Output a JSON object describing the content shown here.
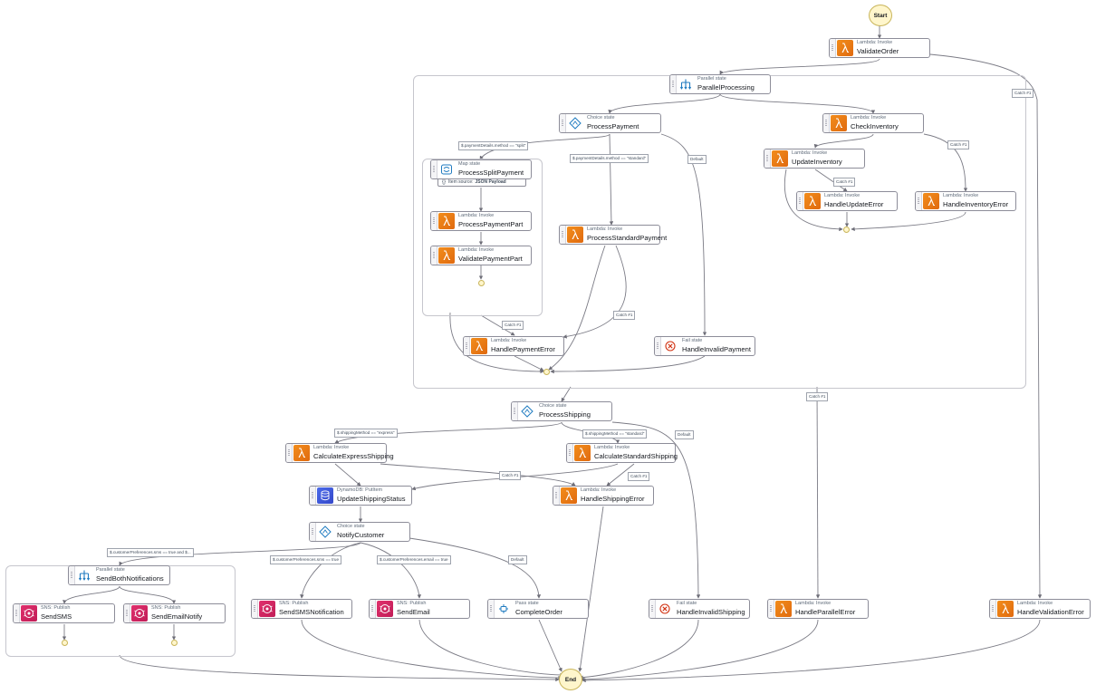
{
  "terminals": {
    "start": "Start",
    "end": "End"
  },
  "states": {
    "ValidateOrder": {
      "type": "Lambda: Invoke",
      "name": "ValidateOrder",
      "icon": "lambda-icon"
    },
    "ParallelProcessing": {
      "type": "Parallel state",
      "name": "ParallelProcessing",
      "icon": "parallel-icon"
    },
    "ProcessPayment": {
      "type": "Choice state",
      "name": "ProcessPayment",
      "icon": "choice-icon"
    },
    "CheckInventory": {
      "type": "Lambda: Invoke",
      "name": "CheckInventory",
      "icon": "lambda-icon"
    },
    "ProcessSplitPayment": {
      "type": "Map state",
      "name": "ProcessSplitPayment",
      "icon": "map-icon"
    },
    "UpdateInventory": {
      "type": "Lambda: Invoke",
      "name": "UpdateInventory",
      "icon": "lambda-icon"
    },
    "HandleUpdateError": {
      "type": "Lambda: Invoke",
      "name": "HandleUpdateError",
      "icon": "lambda-icon"
    },
    "HandleInventoryError": {
      "type": "Lambda: Invoke",
      "name": "HandleInventoryError",
      "icon": "lambda-icon"
    },
    "ProcessPaymentPart": {
      "type": "Lambda: Invoke",
      "name": "ProcessPaymentPart",
      "icon": "lambda-icon"
    },
    "ValidatePaymentPart": {
      "type": "Lambda: Invoke",
      "name": "ValidatePaymentPart",
      "icon": "lambda-icon"
    },
    "ProcessStandardPayment": {
      "type": "Lambda: Invoke",
      "name": "ProcessStandardPayment",
      "icon": "lambda-icon"
    },
    "HandlePaymentError": {
      "type": "Lambda: Invoke",
      "name": "HandlePaymentError",
      "icon": "lambda-icon"
    },
    "HandleInvalidPayment": {
      "type": "Fail state",
      "name": "HandleInvalidPayment",
      "icon": "fail-icon"
    },
    "ProcessShipping": {
      "type": "Choice state",
      "name": "ProcessShipping",
      "icon": "choice-icon"
    },
    "CalculateExpressShipping": {
      "type": "Lambda: Invoke",
      "name": "CalculateExpressShipping",
      "icon": "lambda-icon"
    },
    "CalculateStandardShipping": {
      "type": "Lambda: Invoke",
      "name": "CalculateStandardShipping",
      "icon": "lambda-icon"
    },
    "UpdateShippingStatus": {
      "type": "DynamoDB: PutItem",
      "name": "UpdateShippingStatus",
      "icon": "dynamodb-icon"
    },
    "HandleShippingError": {
      "type": "Lambda: Invoke",
      "name": "HandleShippingError",
      "icon": "lambda-icon"
    },
    "NotifyCustomer": {
      "type": "Choice state",
      "name": "NotifyCustomer",
      "icon": "choice-icon"
    },
    "SendBothNotifications": {
      "type": "Parallel state",
      "name": "SendBothNotifications",
      "icon": "parallel-icon"
    },
    "SendSMS": {
      "type": "SNS: Publish",
      "name": "SendSMS",
      "icon": "sns-icon"
    },
    "SendEmailNotify": {
      "type": "SNS: Publish",
      "name": "SendEmailNotify",
      "icon": "sns-icon"
    },
    "SendSMSNotification": {
      "type": "SNS: Publish",
      "name": "SendSMSNotification",
      "icon": "sns-icon"
    },
    "SendEmail": {
      "type": "SNS: Publish",
      "name": "SendEmail",
      "icon": "sns-icon"
    },
    "CompleteOrder": {
      "type": "Pass state",
      "name": "CompleteOrder",
      "icon": "pass-icon"
    },
    "HandleInvalidShipping": {
      "type": "Fail state",
      "name": "HandleInvalidShipping",
      "icon": "fail-icon"
    },
    "HandleParallelError": {
      "type": "Lambda: Invoke",
      "name": "HandleParallelError",
      "icon": "lambda-icon"
    },
    "HandleValidationError": {
      "type": "Lambda: Invoke",
      "name": "HandleValidationError",
      "icon": "lambda-icon"
    }
  },
  "map_item_source": {
    "prefix": "Item source:",
    "value": "JSON Payload"
  },
  "edge_labels": {
    "split": "$.paymentDetails.method == \"split\"",
    "standard_payment": "$.paymentDetails.method == \"standard\"",
    "payment_default": "Default",
    "catch_validation": "Catch #1",
    "catch_inventory": "Catch #1",
    "catch_update": "Catch #1",
    "catch_split": "Catch #1",
    "catch_standard": "Catch #1",
    "catch_parallel": "Catch #1",
    "express": "$.shippingMethod == \"express\"",
    "standard_shipping": "$.shippingMethod == \"standard\"",
    "shipping_default": "Default",
    "catch_express": "Catch #1",
    "catch_std_shipping": "Catch #1",
    "both": "$.customerPreferences.sms == true and $...",
    "sms": "$.customerPreferences.sms == true",
    "email": "$.customerPreferences.email == true",
    "notify_default": "Default"
  },
  "colors": {
    "lambda": "#ed7211",
    "sns": "#d6245f",
    "dynamodb": "#3f54d9",
    "edge": "#6e6e78",
    "terminal": "#fff6cc"
  }
}
